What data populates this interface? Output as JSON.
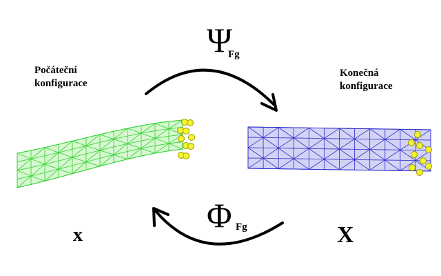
{
  "labels": {
    "initial_configuration": "Počáteční\nkonfigurace",
    "final_configuration": "Konečná\nkonfigurace",
    "forward_map_symbol": "Ψ",
    "forward_map_subscript": "Fg",
    "inverse_map_symbol": "Φ",
    "inverse_map_subscript": "Fg",
    "initial_coordinate": "x",
    "final_coordinate": "X"
  },
  "colors": {
    "initial_mesh_fill": "#c9f5c0",
    "initial_mesh_line": "#2fd12f",
    "final_mesh_fill": "#c4c6f2",
    "final_mesh_line": "#2d2fc8",
    "node_fill": "#f4f430",
    "node_stroke": "#9a9a00",
    "arrow": "#000000"
  },
  "icons": {
    "initial_mesh": "curved-tetrahedral-cylinder-mesh",
    "final_mesh": "straight-tetrahedral-cylinder-mesh",
    "boundary_nodes": "yellow-node-markers",
    "forward_arrow": "curved-arrow-right",
    "inverse_arrow": "curved-arrow-left"
  }
}
